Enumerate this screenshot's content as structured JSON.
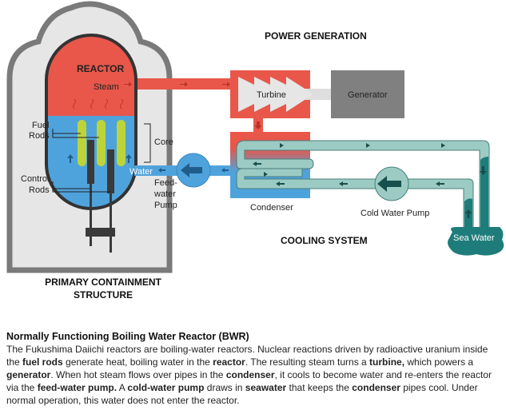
{
  "diagram": {
    "section_titles": {
      "power_generation": "POWER GENERATION",
      "cooling_system": "COOLING SYSTEM",
      "containment_line1": "PRIMARY CONTAINMENT",
      "containment_line2": "STRUCTURE"
    },
    "labels": {
      "reactor": "REACTOR",
      "steam": "Steam",
      "fuel_rods_1": "Fuel",
      "fuel_rods_2": "Rods",
      "core": "Core",
      "control_rods_1": "Control",
      "control_rods_2": "Rods",
      "water": "Water",
      "feedwater_pump_1": "Feed-",
      "feedwater_pump_2": "water",
      "feedwater_pump_3": "Pump",
      "turbine": "Turbine",
      "generator": "Generator",
      "condenser": "Condenser",
      "cold_water_pump": "Cold Water Pump",
      "sea_water": "Sea Water"
    },
    "colors": {
      "steam_red": "#e8574a",
      "water_blue": "#4fa3dc",
      "fuel_green": "#bcd43a",
      "control_dark": "#3a3a3a",
      "containment_gray": "#7a7a7a",
      "containment_fill": "#e6e6e6",
      "generator_gray": "#808080",
      "cooling_pipe": "#9ccbc4",
      "sea_teal": "#1e7d7b",
      "arrow_dark_teal": "#174f4d"
    }
  },
  "caption": {
    "title": "Normally Functioning Boiling Water Reactor (BWR)",
    "segments": [
      {
        "text": "The Fukushima Daiichi reactors are boiling-water reactors. Nuclear reactions driven by radioactive uranium inside the ",
        "bold": false
      },
      {
        "text": "fuel rods",
        "bold": true
      },
      {
        "text": " generate heat, boiling water in the ",
        "bold": false
      },
      {
        "text": "reactor",
        "bold": true
      },
      {
        "text": ". The resulting steam turns a ",
        "bold": false
      },
      {
        "text": "turbine,",
        "bold": true
      },
      {
        "text": " which powers a ",
        "bold": false
      },
      {
        "text": "generator",
        "bold": true
      },
      {
        "text": ".  When hot steam flows over pipes in the ",
        "bold": false
      },
      {
        "text": "condenser",
        "bold": true
      },
      {
        "text": ", it cools to become water and re-enters the reactor via the ",
        "bold": false
      },
      {
        "text": "feed-water pump.",
        "bold": true
      },
      {
        "text": " A ",
        "bold": false
      },
      {
        "text": "cold-water pump",
        "bold": true
      },
      {
        "text": " draws in ",
        "bold": false
      },
      {
        "text": "seawater",
        "bold": true
      },
      {
        "text": " that keeps the ",
        "bold": false
      },
      {
        "text": "condenser",
        "bold": true
      },
      {
        "text": " pipes cool. Under normal operation, this water does not enter the reactor.",
        "bold": false
      }
    ]
  }
}
